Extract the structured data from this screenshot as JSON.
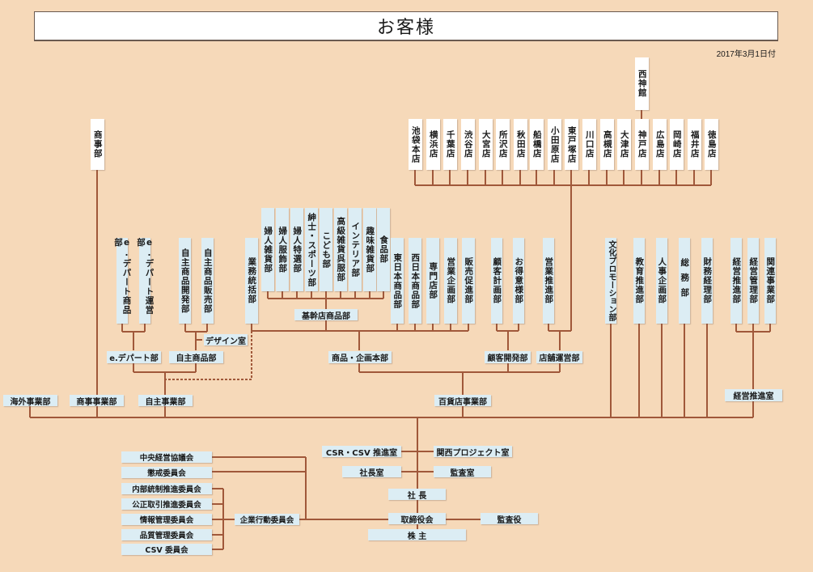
{
  "title": "お客様",
  "date": "2017年3月1日付",
  "stores": {
    "items": [
      "池袋本店",
      "横浜店",
      "千葉店",
      "渋谷店",
      "大宮店",
      "所沢店",
      "秋田店",
      "船橋店",
      "小田原店",
      "東戸塚店",
      "川口店",
      "高槻店",
      "大津店",
      "神戸店",
      "広島店",
      "岡崎店",
      "福井店",
      "徳島店"
    ],
    "annex": "西神館"
  },
  "shoji_bu": "商事部",
  "kikanten": {
    "depts": [
      "婦人雑貨部",
      "婦人服飾部",
      "婦人特選部",
      "紳士・スポーツ部",
      "こども部",
      "高級雑貨呉服部",
      "インテリア部",
      "趣味雑貨部",
      "食品部"
    ],
    "group": "基幹店商品部"
  },
  "gyomu_tokatsu": "業務統括部",
  "shohin_other": [
    "東日本商品部",
    "西日本商品部",
    "専門店部",
    "営業企画部",
    "販売促進部"
  ],
  "shohin_kikaku": "商品・企画本部",
  "edepart": {
    "depts": [
      "e.デパート商品部",
      "e.デパート運営部"
    ],
    "group": "e.デパート部"
  },
  "jishu": {
    "depts": [
      "自主商品開発部",
      "自主商品販売部"
    ],
    "group": "自主商品部",
    "design": "デザイン室"
  },
  "kokyaku": {
    "depts": [
      "顧客計画部",
      "お得意様部"
    ],
    "group": "顧客開発部"
  },
  "tenpo": {
    "depts": [
      "営業推進部"
    ],
    "group": "店舗運営部"
  },
  "corporate": [
    "文化プロモーション部",
    "教育推進部",
    "人事企画部",
    "総務部",
    "財務経理部"
  ],
  "keiei": {
    "depts": [
      "経営推進部",
      "経営管理部",
      "関連事業部"
    ],
    "group": "経営推進室"
  },
  "divisions": {
    "kaigai": "海外事業部",
    "shoji": "商事事業部",
    "jishu": "自主事業部",
    "hyakkaten": "百貨店事業部"
  },
  "staff": {
    "csr": "CSR・CSV 推進室",
    "kansai": "関西プロジェクト室",
    "shachoshitsu": "社長室",
    "kansashitsu": "監査室"
  },
  "top": {
    "president": "社 長",
    "board": "取締役会",
    "auditor": "監査役",
    "shareholders": "株 主"
  },
  "committees": {
    "direct": [
      "中央経営協議会",
      "懲戒委員会"
    ],
    "sub": [
      "内部統制推進委員会",
      "公正取引推進委員会",
      "情報管理委員会",
      "品質管理委員会",
      "CSV 委員会"
    ],
    "parent": "企業行動委員会"
  },
  "colors": {
    "background": "#f6d9b9",
    "box": "#dcedf4",
    "line": "#a0583a"
  }
}
